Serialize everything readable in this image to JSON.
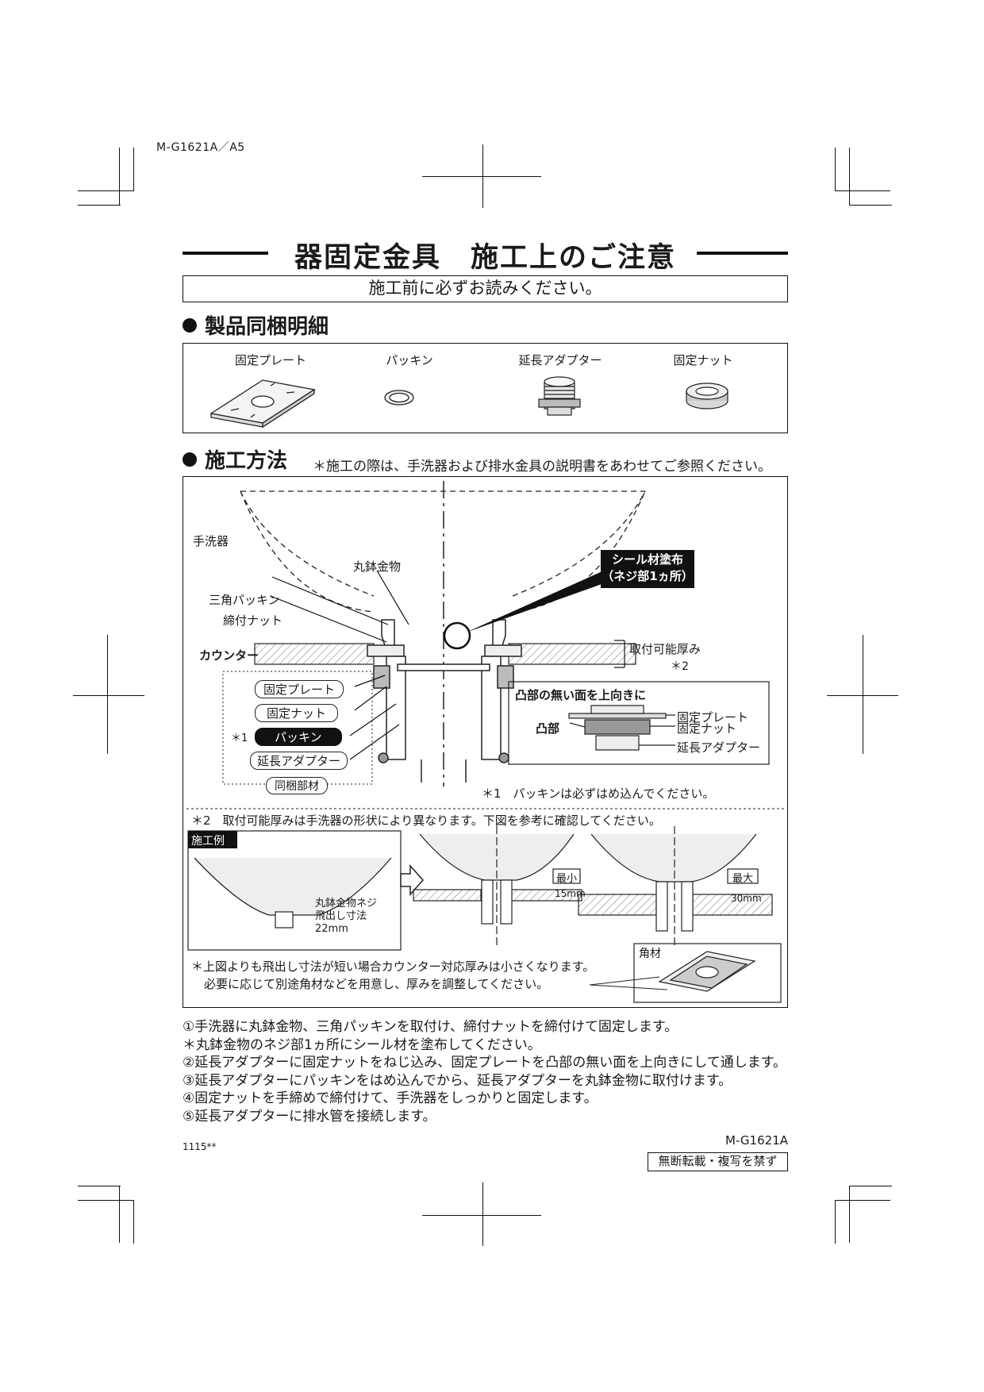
{
  "header": {
    "doc_code": "M-G1621A／A5"
  },
  "title": "器固定金具　施工上のご注意",
  "notice": "施工前に必ずお読みください。",
  "contents_section": {
    "heading": "製品同梱明細",
    "items": [
      {
        "label": "固定プレート"
      },
      {
        "label": "パッキン"
      },
      {
        "label": "延長アダプター"
      },
      {
        "label": "固定ナット"
      }
    ]
  },
  "method_section": {
    "heading": "施工方法",
    "note": "＊施工の際は、手洗器および排水金具の説明書をあわせてご参照ください。"
  },
  "diagram": {
    "sink_label": "手洗器",
    "drain_label": "丸鉢金物",
    "seal_callout_line1": "シール材塗布",
    "seal_callout_line2": "（ネジ部1ヵ所）",
    "triangle_packing_label": "三角パッキン",
    "tightening_nut_label": "締付ナット",
    "counter_label": "カウンター",
    "thickness_label": "取付可能厚み",
    "thickness_ref": "＊2",
    "bundle_items": [
      "固定プレート",
      "固定ナット",
      "パッキン",
      "延長アダプター"
    ],
    "bundle_ref": "＊1",
    "bundle_caption": "同梱部材",
    "inset_title": "凸部の無い面を上向きに",
    "inset_labels": [
      "固定プレート",
      "固定ナット",
      "延長アダプター"
    ],
    "inset_convex_label": "凸部",
    "note1": "＊1　パッキンは必ずはめ込んでください。",
    "note2": "＊2　取付可能厚みは手洗器の形状により異なります。下図を参考に確認してください。",
    "example_tag": "施工例",
    "example_dim_line1": "丸鉢金物ネジ",
    "example_dim_line2": "飛出し寸法",
    "example_dim_value": "22mm",
    "min_tag": "最小",
    "min_value": "15mm",
    "max_tag": "最大",
    "max_value": "30mm",
    "spacer_label": "角材",
    "bottom_note_line1": "＊上図よりも飛出し寸法が短い場合カウンター対応厚みは小さくなります。",
    "bottom_note_line2": "必要に応じて別途角材などを用意し、厚みを調整してください。"
  },
  "steps": [
    "①手洗器に丸鉢金物、三角パッキンを取付け、締付ナットを締付けて固定します。",
    "＊丸鉢金物のネジ部1ヵ所にシール材を塗布してください。",
    "②延長アダプターに固定ナットをねじ込み、固定プレートを凸部の無い面を上向きにして通します。",
    "③延長アダプターにパッキンをはめ込んでから、延長アダプターを丸鉢金物に取付けます。",
    "④固定ナットを手締めで締付けて、手洗器をしっかりと固定します。",
    "⑤延長アダプターに排水管を接続します。"
  ],
  "footer": {
    "lot": "1115**",
    "code": "M-G1621A",
    "copyright": "無断転載・複写を禁ず"
  }
}
